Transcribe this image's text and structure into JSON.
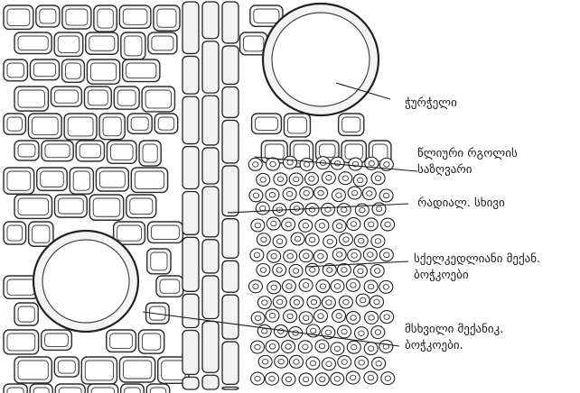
{
  "labels": {
    "vessel": "ჭურჭელი",
    "annual_ring_line1": "წლიური რგოლის",
    "annual_ring_line2": "საზღვარი",
    "radial_ray": "რადიალ. სხივი",
    "thick_fibers_line1": "სქელკედლიანი მექან.",
    "thick_fibers_line2": "ბოჭკოები",
    "wide_fibers_line1": "მსხვილი მექანიკ.",
    "wide_fibers_line2": "ბოჭკოები."
  }
}
